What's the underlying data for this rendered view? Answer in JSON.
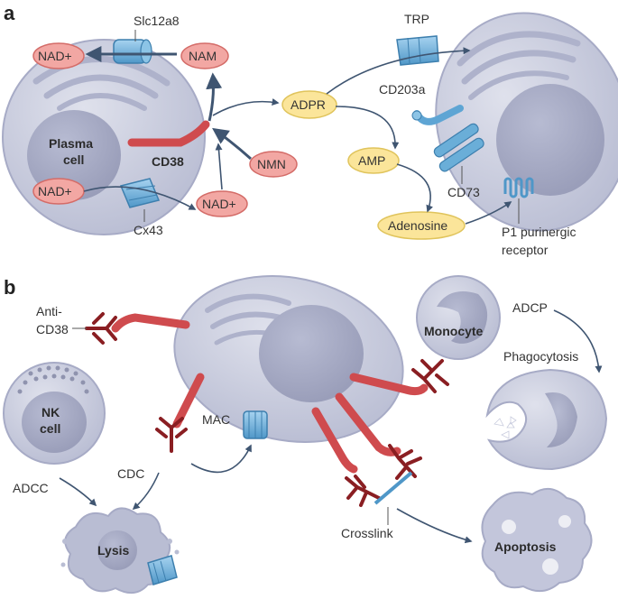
{
  "panels": {
    "a": "a",
    "b": "b"
  },
  "panel_a": {
    "plasma_cell_line1": "Plasma",
    "plasma_cell_line2": "cell",
    "cd38": "CD38",
    "slc12a8": "Slc12a8",
    "nad_1": "NAD+",
    "nad_2": "NAD+",
    "nad_3": "NAD+",
    "nam": "NAM",
    "nmn": "NMN",
    "adpr": "ADPR",
    "amp": "AMP",
    "adenosine": "Adenosine",
    "trp": "TRP",
    "cd203a": "CD203a",
    "cd73": "CD73",
    "cx43": "Cx43",
    "p1_line1": "P1 purinergic",
    "p1_line2": "receptor"
  },
  "panel_b": {
    "anti_cd38_line1": "Anti-",
    "anti_cd38_line2": "CD38",
    "monocyte": "Monocyte",
    "adcp": "ADCP",
    "phagocytosis": "Phagocytosis",
    "nk_line1": "NK",
    "nk_line2": "cell",
    "adcc": "ADCC",
    "mac": "MAC",
    "cdc": "CDC",
    "lysis": "Lysis",
    "crosslink": "Crosslink",
    "apoptosis": "Apoptosis"
  },
  "colors": {
    "cell_fill": "#c9ccde",
    "cell_edge": "#a7abc6",
    "nucleus": "#a4a8c2",
    "cd38_red": "#cf4b4e",
    "antibody": "#8a1e22",
    "transporter_blue": "#6aaed8",
    "nad_fill": "#f2a7a3",
    "adpr_fill": "#fbe59a",
    "arrow": "#3f5571"
  }
}
